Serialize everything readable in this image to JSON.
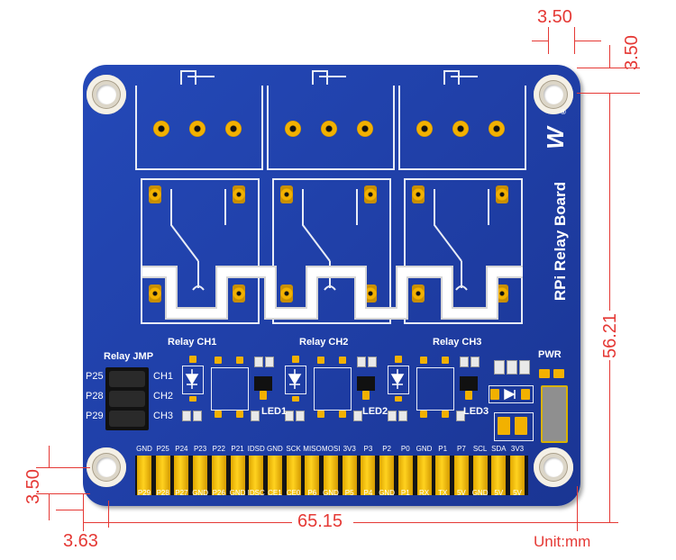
{
  "board": {
    "title": "RPi Relay Board",
    "brand_mark": "W",
    "registered_mark": "®",
    "relay_labels": [
      "Relay CH1",
      "Relay CH2",
      "Relay CH3"
    ],
    "jumper": {
      "title": "Relay JMP",
      "pins": [
        "P25",
        "P28",
        "P29"
      ],
      "channels": [
        "CH1",
        "CH2",
        "CH3"
      ]
    },
    "led_labels": [
      "LED1",
      "LED2",
      "LED3"
    ],
    "power_label": "PWR",
    "header_top_labels": [
      "GND",
      "P25",
      "P24",
      "P23",
      "P22",
      "P21",
      "IDSD",
      "GND",
      "SCK",
      "MISO",
      "MOSI",
      "3V3",
      "P3",
      "P2",
      "P0",
      "GND",
      "P1",
      "P7",
      "SCL",
      "SDA",
      "3V3"
    ],
    "header_bottom_labels": [
      "P29",
      "P28",
      "P27",
      "GND",
      "P26",
      "GND",
      "IDSC",
      "CE1",
      "CE0",
      "P6",
      "GND",
      "P5",
      "P4",
      "GND",
      "P1",
      "RX",
      "TX",
      "5V",
      "GND",
      "5V",
      "5V"
    ]
  },
  "dimensions": {
    "top_offset": "3.50",
    "right_offset": "3.50",
    "height": "56.21",
    "width": "65.15",
    "left_offset": "3.50",
    "bottom_left": "3.63",
    "unit": "Unit:mm"
  },
  "colors": {
    "pcb": "#1f3ea5",
    "dimension": "#e53935",
    "pad_gold": "#f2b100"
  }
}
